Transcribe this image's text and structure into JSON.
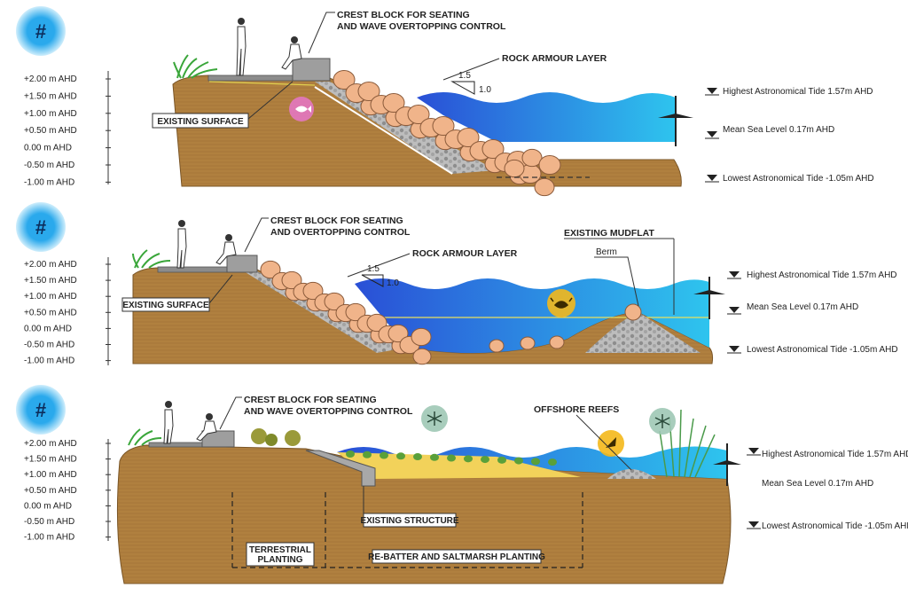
{
  "levels": [
    "+2.00  m AHD",
    "+1.50  m AHD",
    "+1.00  m AHD",
    "+0.50  m AHD",
    "0.00  m AHD",
    "-0.50  m AHD",
    "-1.00  m AHD"
  ],
  "tides": {
    "hat": "Highest Astronomical Tide 1.57m AHD",
    "msl": "Mean Sea Level 0.17m AHD",
    "lat": "Lowest Astronomical Tide -1.05m AHD"
  },
  "badge_symbol": "#",
  "ratio": {
    "run": "1.5",
    "rise": "1.0"
  },
  "icons": {
    "fish": "fish-icon",
    "crab": "crab-icon",
    "bug": "insect-icon",
    "shell": "shell-icon"
  },
  "panel1": {
    "crest_line1": "CREST BLOCK FOR SEATING",
    "crest_line2": "AND WAVE OVERTOPPING CONTROL",
    "rock": "ROCK ARMOUR LAYER",
    "existing": "EXISTING SURFACE"
  },
  "panel2": {
    "crest_line1": "CREST BLOCK FOR SEATING",
    "crest_line2": "AND OVERTOPPING CONTROL",
    "rock": "ROCK ARMOUR LAYER",
    "mudflat": "EXISTING MUDFLAT",
    "berm": "Berm",
    "existing": "EXISTING SURFACE"
  },
  "panel3": {
    "crest_line1": "CREST BLOCK FOR SEATING",
    "crest_line2": "AND WAVE OVERTOPPING CONTROL",
    "reefs": "OFFSHORE REEFS",
    "structure": "EXISTING STRUCTURE",
    "terrestrial_line1": "TERRESTRIAL",
    "terrestrial_line2": "PLANTING",
    "rebatter": "RE-BATTER AND SALTMARSH PLANTING"
  },
  "colors": {
    "soil": "#b0803f",
    "soil_dark": "#8a6230",
    "water_top": "#2f7fe6",
    "water_light": "#28c0ee",
    "rock": "#f0b48a",
    "gravel": "#9a9a9a",
    "sand": "#f2d25a",
    "badge": "#2aa9ec"
  }
}
